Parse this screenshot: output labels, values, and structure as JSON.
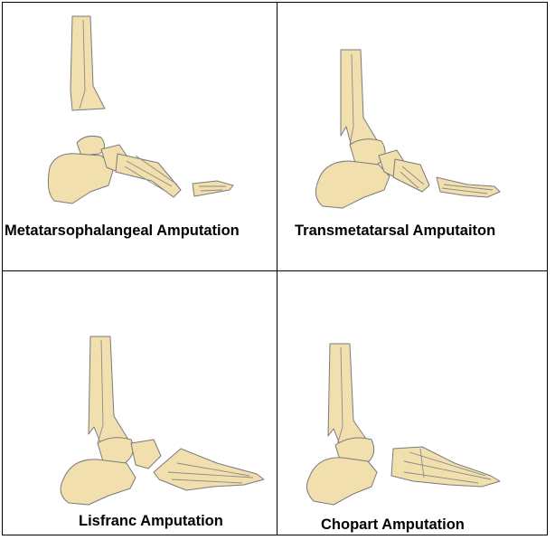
{
  "panels": [
    {
      "caption": "Metatarsophalangeal Amputation"
    },
    {
      "caption": "Transmetatarsal Amputaiton"
    },
    {
      "caption": "Lisfranc Amputation"
    },
    {
      "caption": "Chopart Amputation"
    }
  ],
  "colors": {
    "bone": "#f2dfae",
    "outline": "#7a7a7a",
    "border": "#000000"
  }
}
